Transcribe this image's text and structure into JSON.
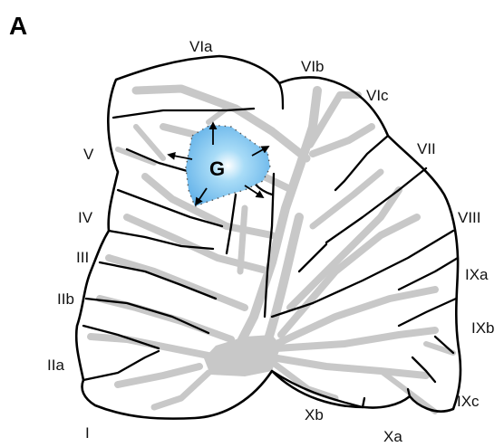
{
  "panel_label": "A",
  "graft_label": "G",
  "lobule_labels": {
    "VIa": "VIa",
    "VIb": "VIb",
    "VIc": "VIc",
    "V": "V",
    "VII": "VII",
    "IV": "IV",
    "VIII": "VIII",
    "III": "III",
    "IXa": "IXa",
    "IIb": "IIb",
    "IXb": "IXb",
    "IIa": "IIa",
    "IXc": "IXc",
    "I": "I",
    "Xb": "Xb",
    "Xa": "Xa"
  },
  "colors": {
    "outline": "#000000",
    "white_matter": "#c8c8c8",
    "graft": "#7fc3f0"
  },
  "icons": [
    "arrow-icon"
  ]
}
